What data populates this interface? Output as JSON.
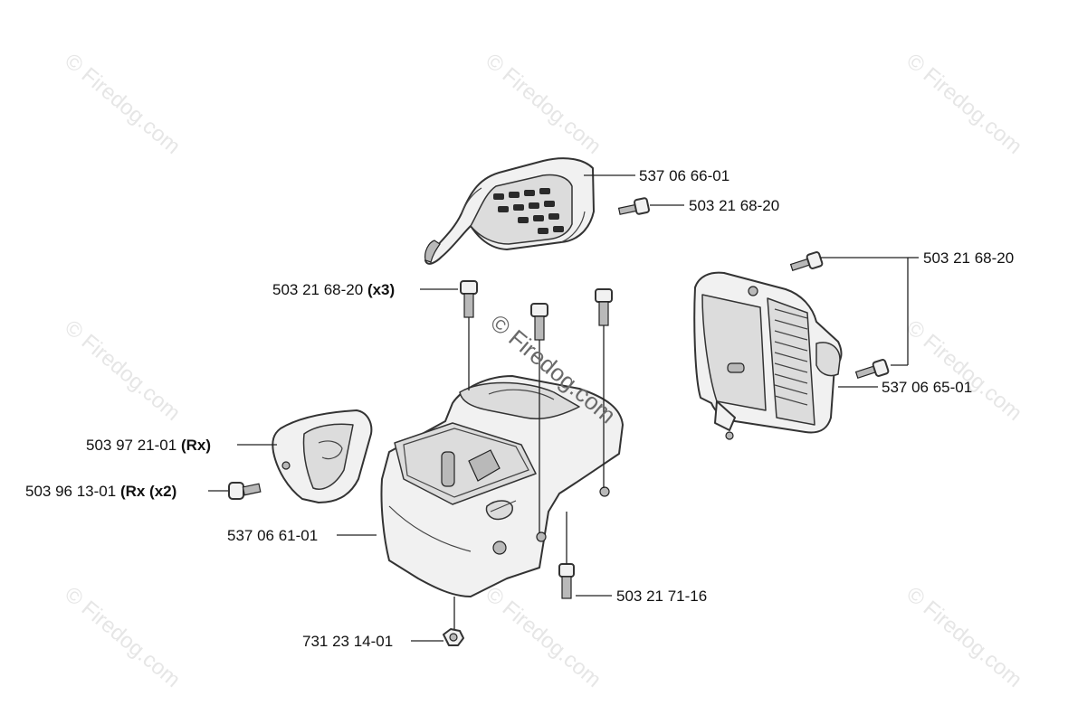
{
  "watermark": {
    "text": "© Firedog.com"
  },
  "parts": [
    {
      "id": "cover-top",
      "number": "537 06 66-01",
      "note": ""
    },
    {
      "id": "screw-top-cover",
      "number": "503 21 68-20",
      "note": ""
    },
    {
      "id": "screw-right-cover",
      "number": "503 21 68-20",
      "note": ""
    },
    {
      "id": "cover-right",
      "number": "537 06 65-01",
      "note": ""
    },
    {
      "id": "screw-x3",
      "number": "503 21 68-20",
      "note": "(x3)"
    },
    {
      "id": "bracket-rx",
      "number": "503 97 21-01",
      "note": "(Rx)"
    },
    {
      "id": "screw-rx",
      "number": "503 96 13-01",
      "note": "(Rx (x2)"
    },
    {
      "id": "housing",
      "number": "537 06 61-01",
      "note": ""
    },
    {
      "id": "bolt-bottom",
      "number": "503 21 71-16",
      "note": ""
    },
    {
      "id": "nut",
      "number": "731 23 14-01",
      "note": ""
    }
  ]
}
